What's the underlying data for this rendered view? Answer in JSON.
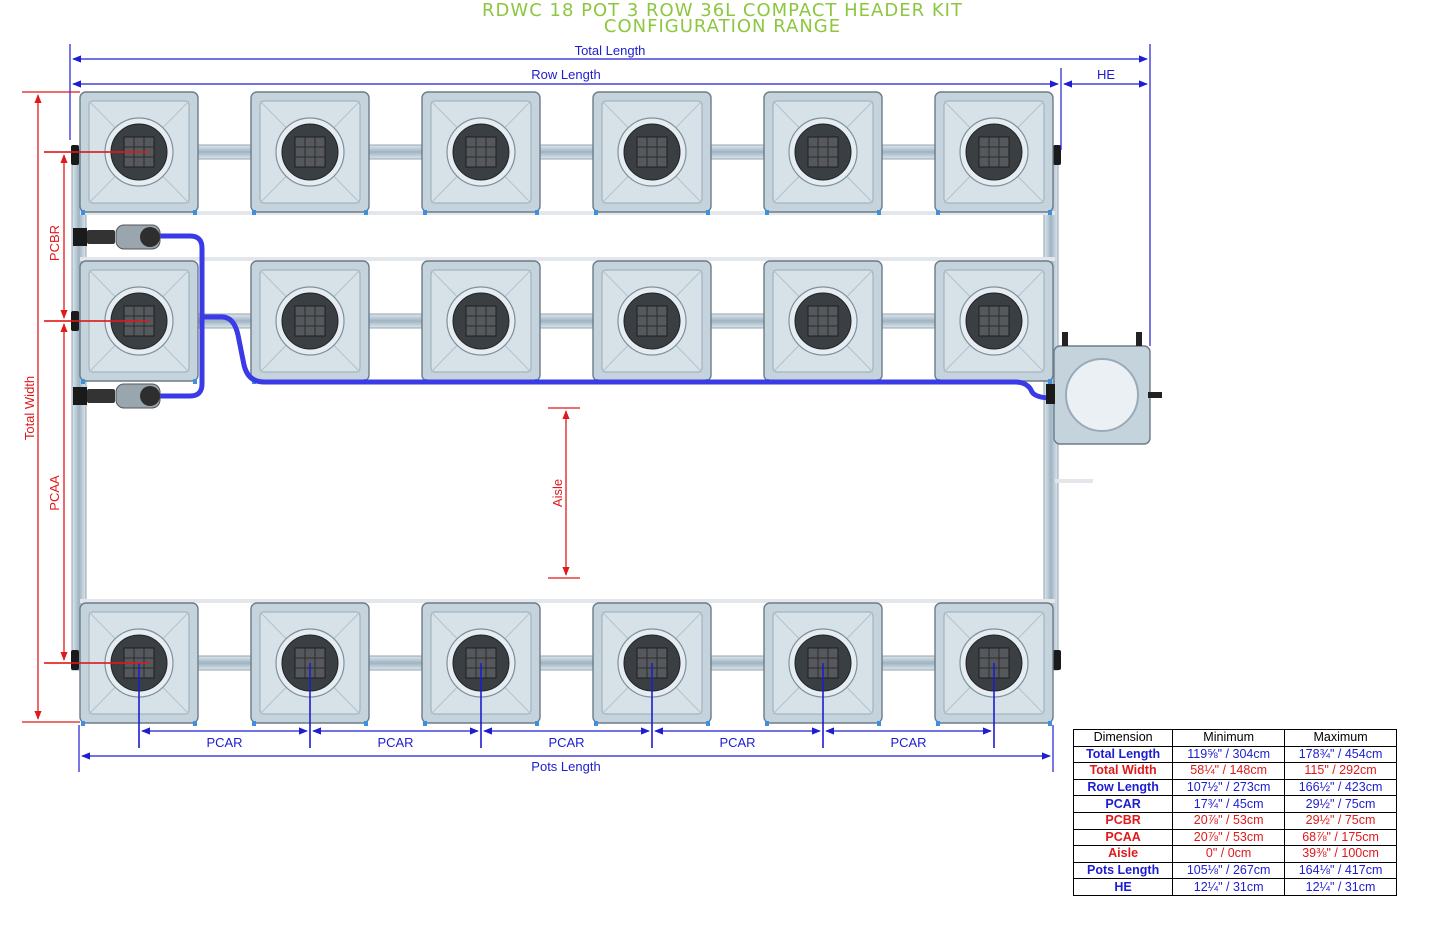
{
  "title": {
    "line1": "RDWC 18 POT 3 ROW 36L COMPACT HEADER KIT",
    "line2": "CONFIGURATION RANGE"
  },
  "colors": {
    "blue_dim": "#1d1dd1",
    "red_dim": "#e0191b",
    "title_green": "#8dc63f",
    "pot": "#c5d3dd",
    "hose": "#3a3ae6"
  },
  "labels": {
    "total_length": "Total Length",
    "row_length": "Row Length",
    "he": "HE",
    "pcbr": "PCBR",
    "total_width": "Total Width",
    "pcaa": "PCAA",
    "aisle": "Aisle",
    "pcar": "PCAR",
    "pots_length": "Pots Length"
  },
  "table": {
    "headers": [
      "Dimension",
      "Minimum",
      "Maximum"
    ],
    "rows": [
      {
        "name": "Total Length",
        "min": "119⅝\" / 304cm",
        "max": "178¾\" / 454cm",
        "color": "blue"
      },
      {
        "name": "Total Width",
        "min": "58¼\" / 148cm",
        "max": "115\" / 292cm",
        "color": "red"
      },
      {
        "name": "Row Length",
        "min": "107½\" / 273cm",
        "max": "166½\" / 423cm",
        "color": "blue"
      },
      {
        "name": "PCAR",
        "min": "17¾\" / 45cm",
        "max": "29½\" / 75cm",
        "color": "blue"
      },
      {
        "name": "PCBR",
        "min": "20⅞\" / 53cm",
        "max": "29½\" / 75cm",
        "color": "red"
      },
      {
        "name": "PCAA",
        "min": "20⅞\" / 53cm",
        "max": "68⅞\" / 175cm",
        "color": "red"
      },
      {
        "name": "Aisle",
        "min": "0\" / 0cm",
        "max": "39⅜\" / 100cm",
        "color": "red"
      },
      {
        "name": "Pots Length",
        "min": "105⅛\" / 267cm",
        "max": "164⅛\" / 417cm",
        "color": "blue"
      },
      {
        "name": "HE",
        "min": "12¼\" / 31cm",
        "max": "12¼\" / 31cm",
        "color": "blue"
      }
    ]
  }
}
